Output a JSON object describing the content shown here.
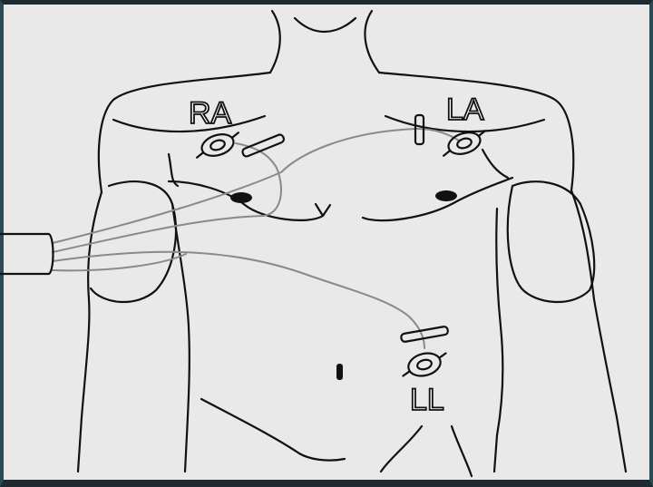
{
  "diagram": {
    "electrodes": [
      {
        "id": "ra",
        "label": "RA"
      },
      {
        "id": "la",
        "label": "LA"
      },
      {
        "id": "ll",
        "label": "LL"
      }
    ]
  },
  "colors": {
    "background": "#e9e9e9",
    "outline": "#111111",
    "wire": "#8a8a8a",
    "frame": "#2a4a55"
  }
}
